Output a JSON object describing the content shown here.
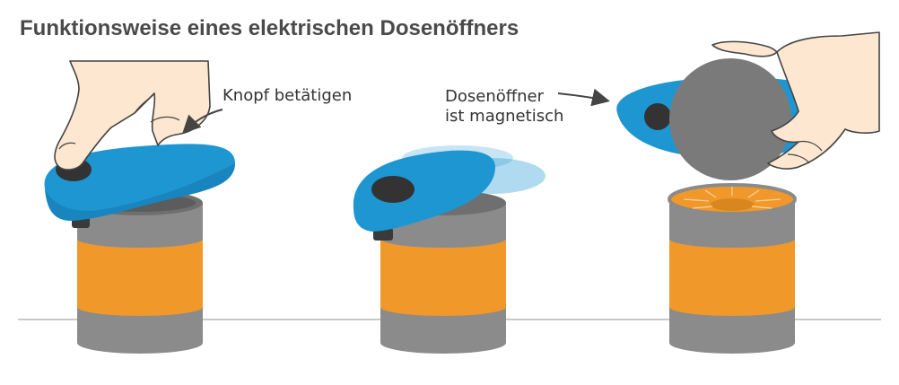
{
  "title": "Funktionsweise eines elektrischen Dosenöffners",
  "labels": {
    "button": "Knopf betätigen",
    "magnetic_line1": "Dosenöffner",
    "magnetic_line2": "ist magnetisch"
  },
  "colors": {
    "opener_blue": "#1e96d2",
    "can_grey": "#8b8b8b",
    "label_orange": "#f0982a",
    "lid_grey": "#7a7a7a",
    "skin": "#fde7d0",
    "ground_line": "#c9c9c9"
  }
}
